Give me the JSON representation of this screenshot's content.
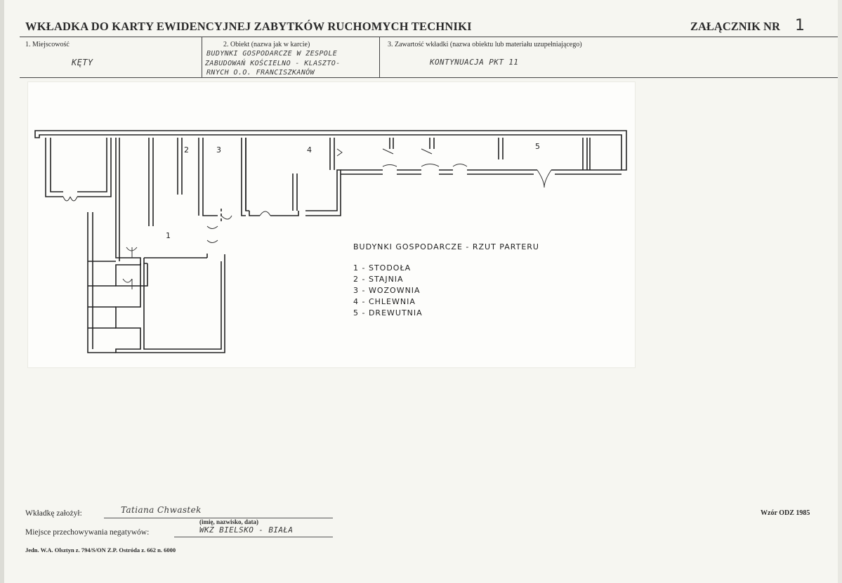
{
  "header": {
    "title": "WKŁADKA DO KARTY EWIDENCYJNEJ ZABYTKÓW RUCHOMYCH TECHNIKI",
    "annex_label": "ZAŁĄCZNIK NR",
    "annex_number": "1"
  },
  "fields": {
    "locality_label": "1. Miejscowość",
    "locality_value": "KĘTY",
    "object_label": "2. Obiekt (nazwa jak w karcie)",
    "object_value_line1": "BUDYNKI GOSPODARCZE W ZESPOLE",
    "object_value_line2": "ZABUDOWAŃ KOŚCIELNO - KLASZTO-",
    "object_value_line3": "RNYCH O.O. FRANCISZKANÓW",
    "contents_label": "3. Zawartość wkładki (nazwa obiektu lub materiału uzupełniającego)",
    "contents_value": "KONTYNUACJA PKT 11"
  },
  "plan": {
    "room_numbers": [
      "1",
      "2",
      "3",
      "4",
      "5"
    ],
    "title": "BUDYNKI GOSPODARCZE - RZUT PARTERU",
    "legend": [
      "1 - STODOŁA",
      "2 - STAJNIA",
      "3 - WOZOWNIA",
      "4 - CHLEWNIA",
      "5 - DREWUTNIA"
    ]
  },
  "footer": {
    "created_by_label": "Wkładkę założył:",
    "created_by_value": "Tatiana Chwastek",
    "created_by_hint": "(imię, nazwisko, data)",
    "negatives_label": "Miejsce przechowywania negatywów:",
    "negatives_value": "WKZ BIELSKO - BIAŁA",
    "print_info": "Jedn. W.A. Olsztyn z. 794/S/ON Z.P. Ostróda z. 662 n. 6000",
    "form_version": "Wzór ODZ 1985"
  }
}
